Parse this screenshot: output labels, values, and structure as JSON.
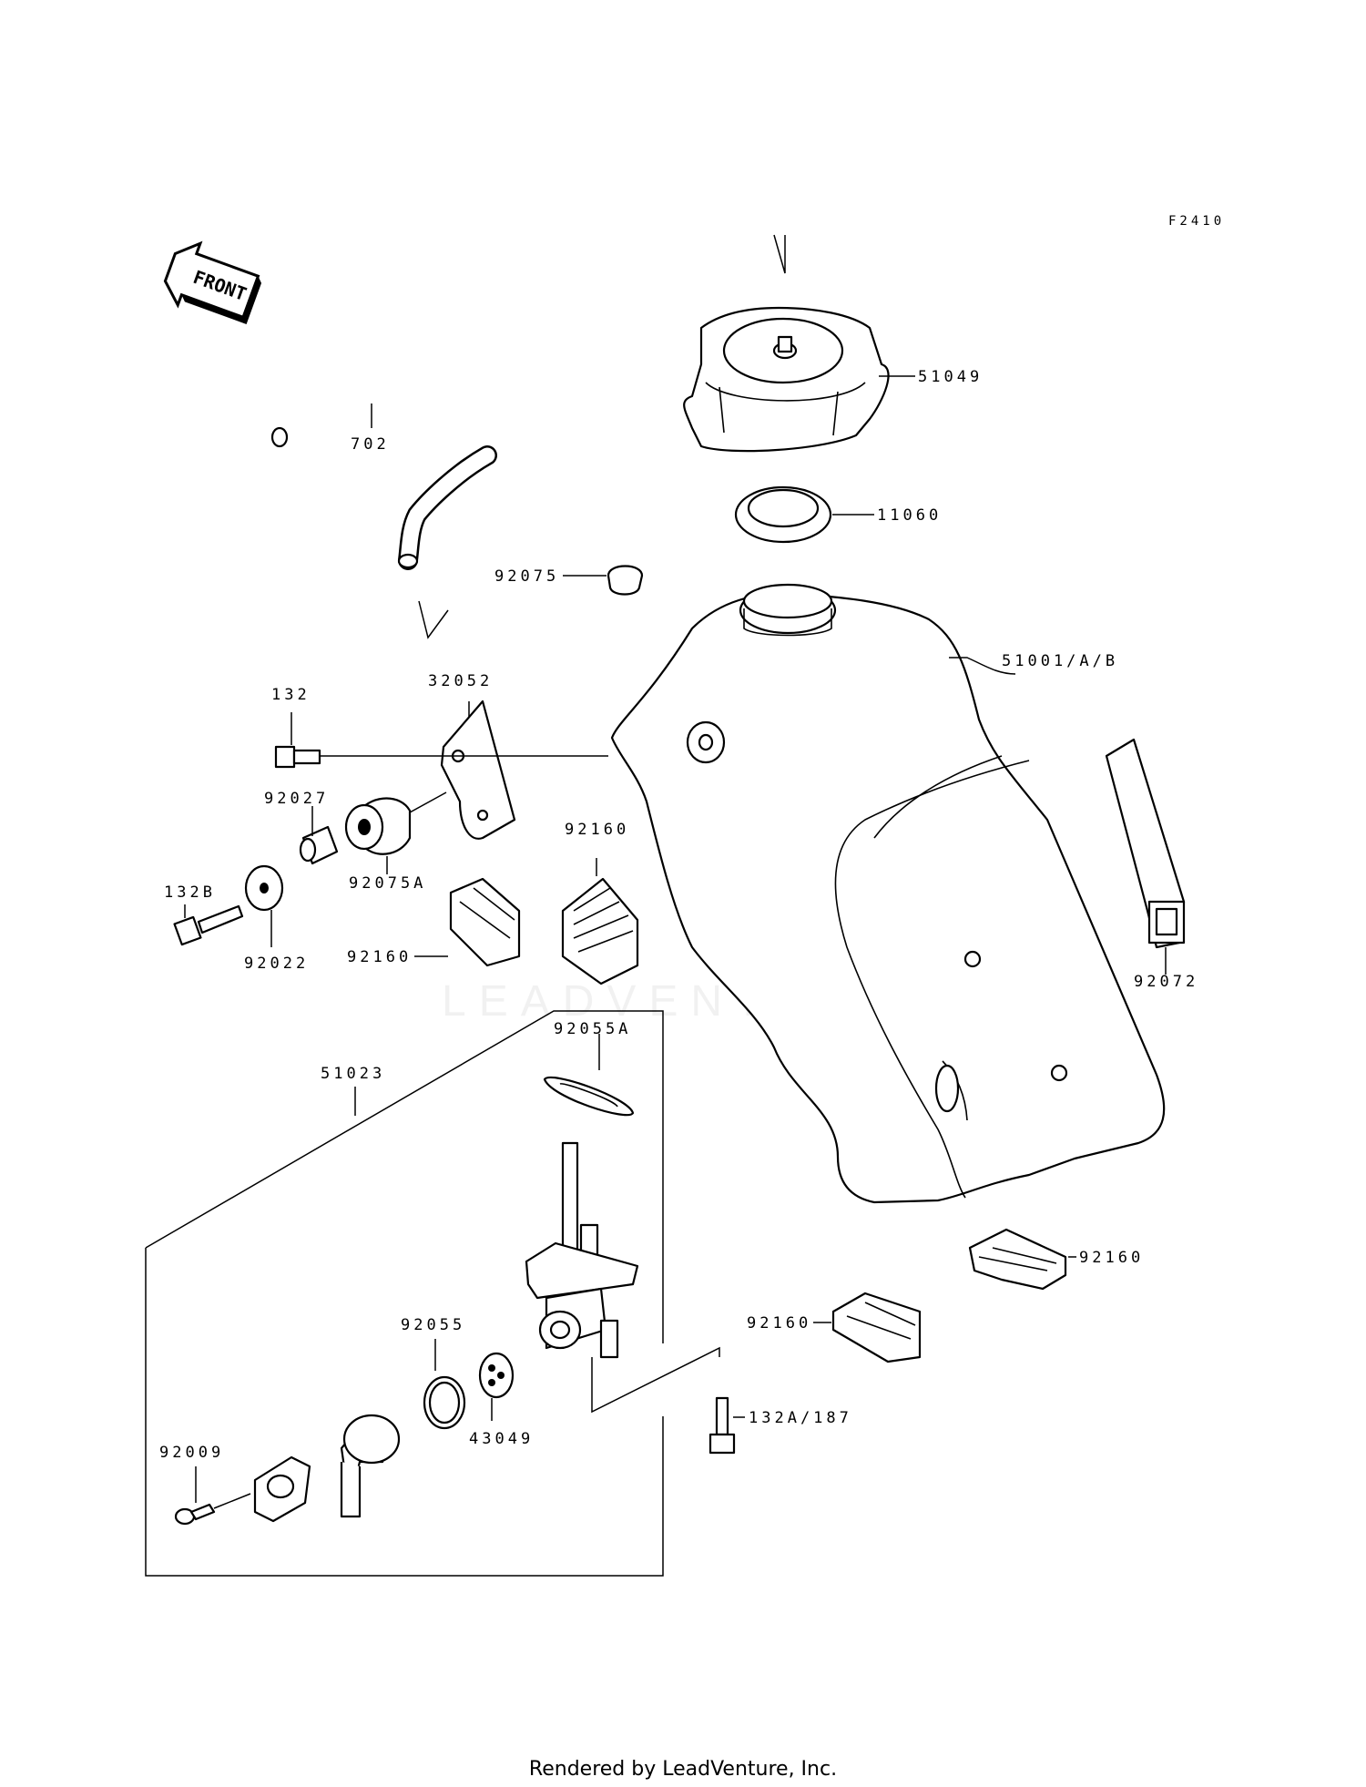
{
  "figure_ref": "F2410",
  "front_label": "FRONT",
  "watermark": "LEADVENTURE",
  "footer": "Rendered by LeadVenture, Inc.",
  "parts": {
    "p51049": "51049",
    "p11060": "11060",
    "p92075": "92075",
    "p51001": "51001/A/B",
    "p702": "702",
    "p32052": "32052",
    "p132": "132",
    "p92027": "92027",
    "p92075A": "92075A",
    "p132B": "132B",
    "p92022": "92022",
    "p92160_a": "92160",
    "p92160_b": "92160",
    "p92072": "92072",
    "p51023": "51023",
    "p92055A": "92055A",
    "p92160_c": "92160",
    "p92160_d": "92160",
    "p92055": "92055",
    "p43049": "43049",
    "p132A": "132A/187",
    "p92009": "92009"
  }
}
